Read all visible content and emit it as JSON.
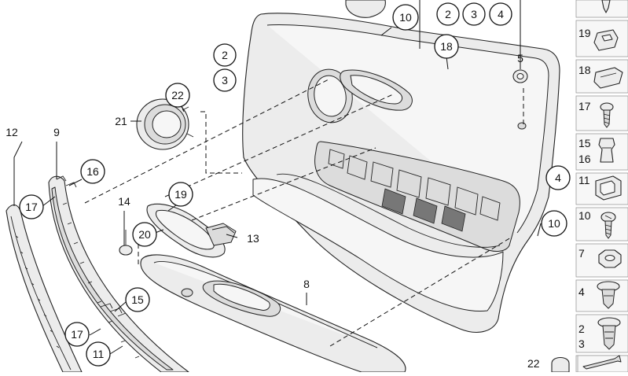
{
  "diagram": {
    "callouts": [
      {
        "id": "c10-top",
        "label": "10"
      },
      {
        "id": "c2-top",
        "label": "2"
      },
      {
        "id": "c3-top",
        "label": "3"
      },
      {
        "id": "c4-top",
        "label": "4"
      },
      {
        "id": "c18",
        "label": "18"
      },
      {
        "id": "c2-left",
        "label": "2"
      },
      {
        "id": "c3-left",
        "label": "3"
      },
      {
        "id": "c22",
        "label": "22"
      },
      {
        "id": "c16",
        "label": "16"
      },
      {
        "id": "c17-a",
        "label": "17"
      },
      {
        "id": "c19",
        "label": "19"
      },
      {
        "id": "c20",
        "label": "20"
      },
      {
        "id": "c15",
        "label": "15"
      },
      {
        "id": "c17-b",
        "label": "17"
      },
      {
        "id": "c11",
        "label": "11"
      },
      {
        "id": "c4-right",
        "label": "4"
      },
      {
        "id": "c10-right",
        "label": "10"
      }
    ],
    "plain_labels": [
      {
        "id": "l5",
        "label": "5"
      },
      {
        "id": "l21",
        "label": "21"
      },
      {
        "id": "l12",
        "label": "12"
      },
      {
        "id": "l9",
        "label": "9"
      },
      {
        "id": "l14",
        "label": "14"
      },
      {
        "id": "l13",
        "label": "13"
      },
      {
        "id": "l8",
        "label": "8"
      }
    ],
    "parts_legend": [
      {
        "label": "19",
        "icon": "clip-nut-icon"
      },
      {
        "label": "18",
        "icon": "trim-clip-icon"
      },
      {
        "label": "17",
        "icon": "screw-icon"
      },
      {
        "label": "15\n16",
        "icon": "expanding-rivet-icon"
      },
      {
        "label": "11",
        "icon": "spring-clip-icon"
      },
      {
        "label": "10",
        "icon": "fillister-screw-icon"
      },
      {
        "label": "7",
        "icon": "hex-nut-icon"
      },
      {
        "label": "4",
        "icon": "push-clip-icon"
      },
      {
        "label": "2\n3",
        "icon": "trim-clip-long-icon"
      },
      {
        "label": "22",
        "icon": "cap-icon"
      }
    ],
    "colors": {
      "line": "#111111",
      "part_fill": "#ececec",
      "background": "#ffffff"
    }
  }
}
